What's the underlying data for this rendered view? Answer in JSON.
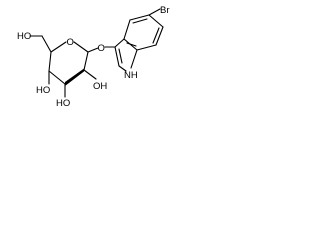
{
  "labels": {
    "br": "Br",
    "ring_o": "O",
    "glycosidic_o": "O",
    "ho_ch2": "HO",
    "ho_c4": "HO",
    "ho_c3": "HO",
    "oh_c2": "OH",
    "nh": "NH"
  },
  "colors": {
    "bond": "#000000",
    "background": "#ffffff"
  }
}
